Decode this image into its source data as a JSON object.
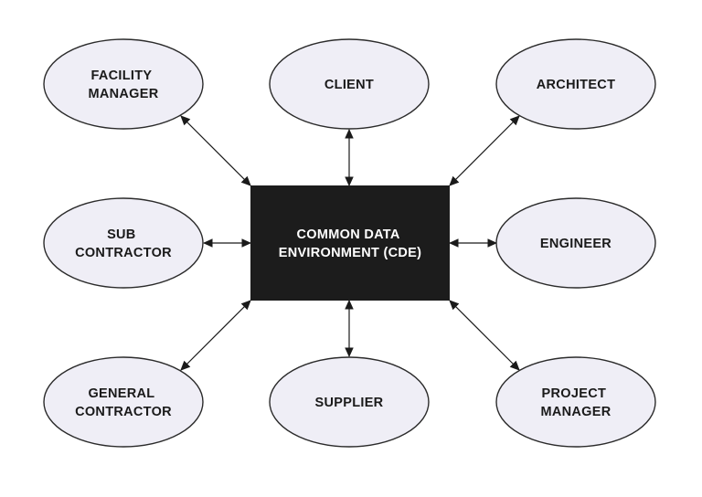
{
  "center": {
    "lines": [
      "COMMON DATA",
      "ENVIRONMENT (CDE)"
    ]
  },
  "nodes": [
    {
      "id": "facility-manager",
      "lines": [
        "FACILITY",
        "MANAGER"
      ]
    },
    {
      "id": "client",
      "lines": [
        "CLIENT"
      ]
    },
    {
      "id": "architect",
      "lines": [
        "ARCHITECT"
      ]
    },
    {
      "id": "sub-contractor",
      "lines": [
        "SUB",
        "CONTRACTOR"
      ]
    },
    {
      "id": "engineer",
      "lines": [
        "ENGINEER"
      ]
    },
    {
      "id": "general-contractor",
      "lines": [
        "GENERAL",
        "CONTRACTOR"
      ]
    },
    {
      "id": "supplier",
      "lines": [
        "SUPPLIER"
      ]
    },
    {
      "id": "project-manager",
      "lines": [
        "PROJECT",
        "MANAGER"
      ]
    }
  ],
  "colors": {
    "node_fill": "#efeef6",
    "node_stroke": "#2b2b2b",
    "center_fill": "#1c1c1c",
    "center_text": "#ffffff",
    "connector": "#1a1a1a"
  }
}
